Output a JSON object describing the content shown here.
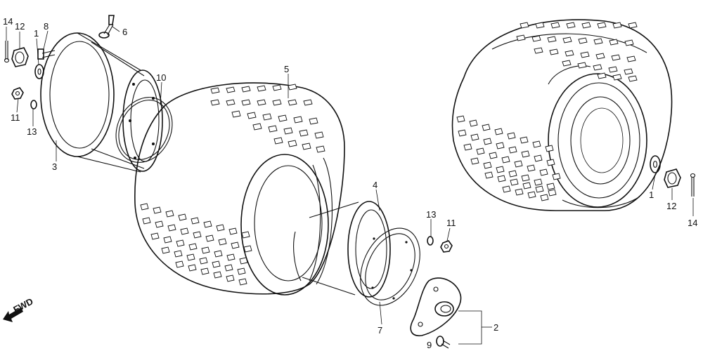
{
  "diagram": {
    "fwd_text": "FWD",
    "labels": {
      "p1_left": "1",
      "p1_right": "1",
      "p2": "2",
      "p3": "3",
      "p4": "4",
      "p5": "5",
      "p6": "6",
      "p7": "7",
      "p8": "8",
      "p9": "9",
      "p10": "10",
      "p11_left": "11",
      "p11_mid": "11",
      "p12_left": "12",
      "p12_right": "12",
      "p13_left": "13",
      "p13_mid": "13",
      "p14_left": "14",
      "p14_right": "14"
    }
  }
}
